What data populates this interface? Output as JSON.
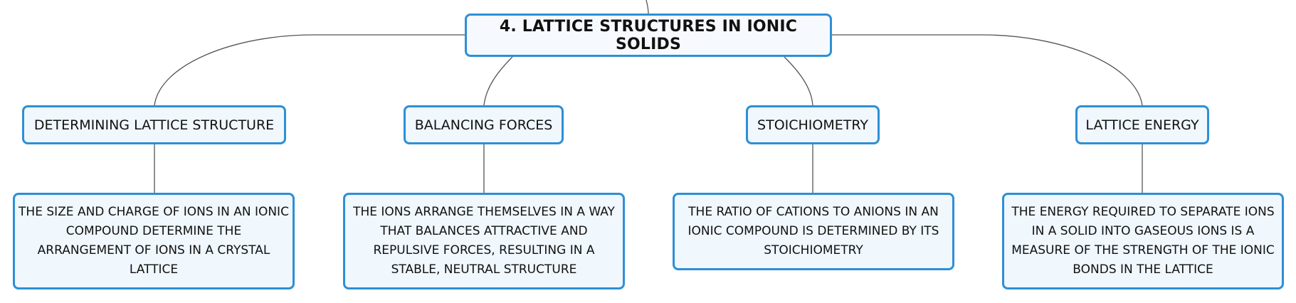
{
  "root": {
    "title": "4. LATTICE STRUCTURES IN IONIC SOLIDS"
  },
  "branches": [
    {
      "title": "DETERMINING LATTICE STRUCTURE",
      "detail": "THE SIZE AND CHARGE OF IONS IN AN IONIC COMPOUND DETERMINE THE ARRANGEMENT OF IONS IN A CRYSTAL LATTICE"
    },
    {
      "title": "BALANCING FORCES",
      "detail": "THE IONS ARRANGE THEMSELVES IN A WAY THAT BALANCES ATTRACTIVE AND REPULSIVE FORCES, RESULTING IN A STABLE, NEUTRAL STRUCTURE"
    },
    {
      "title": "STOICHIOMETRY",
      "detail": "THE RATIO OF CATIONS TO ANIONS IN AN IONIC COMPOUND IS DETERMINED BY ITS STOICHIOMETRY"
    },
    {
      "title": "LATTICE ENERGY",
      "detail": "THE ENERGY REQUIRED TO SEPARATE IONS IN A SOLID INTO GASEOUS IONS IS A MEASURE OF THE STRENGTH OF THE IONIC BONDS IN THE LATTICE"
    }
  ],
  "colors": {
    "node_border": "#2d8fd6",
    "node_fill": "#f0f7fd",
    "connector": "#555555",
    "text": "#111111"
  }
}
